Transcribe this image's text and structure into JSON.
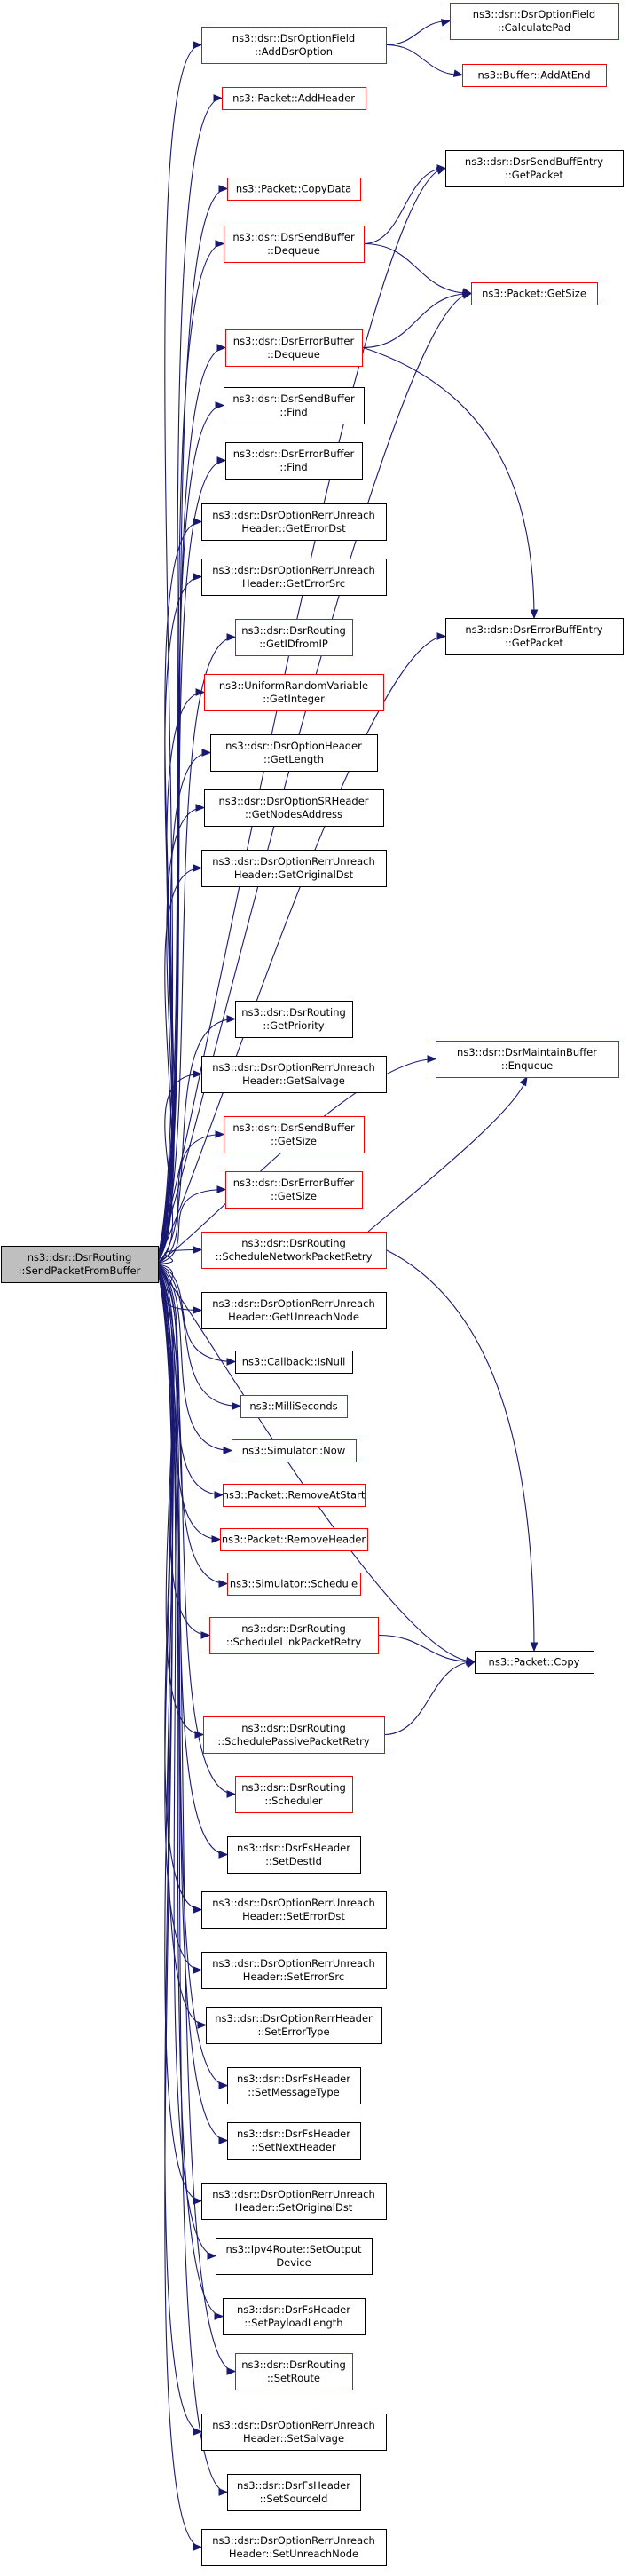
{
  "colors": {
    "edge": "#191970",
    "link_border": "#ff0000",
    "node_border": "#000000",
    "root_fill": "#bfbfbf",
    "node_fill": "#ffffff"
  },
  "root": {
    "id": "root",
    "lines": [
      "ns3::dsr::DsrRouting",
      "::SendPacketFromBuffer"
    ]
  },
  "nodes": [
    {
      "id": "n1",
      "lines": [
        "ns3::dsr::DsrOptionField",
        "::AddDsrOption"
      ],
      "red": true
    },
    {
      "id": "n2",
      "lines": [
        "ns3::Packet::AddHeader"
      ],
      "red": true
    },
    {
      "id": "n3",
      "lines": [
        "ns3::Packet::CopyData"
      ],
      "red": true
    },
    {
      "id": "n4",
      "lines": [
        "ns3::dsr::DsrSendBuffer",
        "::Dequeue"
      ],
      "red": true
    },
    {
      "id": "n5",
      "lines": [
        "ns3::dsr::DsrErrorBuffer",
        "::Dequeue"
      ],
      "red": true
    },
    {
      "id": "n6",
      "lines": [
        "ns3::dsr::DsrSendBuffer",
        "::Find"
      ],
      "red": false
    },
    {
      "id": "n7",
      "lines": [
        "ns3::dsr::DsrErrorBuffer",
        "::Find"
      ],
      "red": false
    },
    {
      "id": "n8",
      "lines": [
        "ns3::dsr::DsrOptionRerrUnreach",
        "Header::GetErrorDst"
      ],
      "red": false
    },
    {
      "id": "n9",
      "lines": [
        "ns3::dsr::DsrOptionRerrUnreach",
        "Header::GetErrorSrc"
      ],
      "red": false
    },
    {
      "id": "n10",
      "lines": [
        "ns3::dsr::DsrRouting",
        "::GetIDfromIP"
      ],
      "red": true
    },
    {
      "id": "n11",
      "lines": [
        "ns3::UniformRandomVariable",
        "::GetInteger"
      ],
      "red": true
    },
    {
      "id": "n12",
      "lines": [
        "ns3::dsr::DsrOptionHeader",
        "::GetLength"
      ],
      "red": false
    },
    {
      "id": "n13",
      "lines": [
        "ns3::dsr::DsrOptionSRHeader",
        "::GetNodesAddress"
      ],
      "red": false
    },
    {
      "id": "n14",
      "lines": [
        "ns3::dsr::DsrOptionRerrUnreach",
        "Header::GetOriginalDst"
      ],
      "red": false
    },
    {
      "id": "n15",
      "lines": [
        "ns3::dsr::DsrRouting",
        "::GetPriority"
      ],
      "red": false
    },
    {
      "id": "n16",
      "lines": [
        "ns3::dsr::DsrOptionRerrUnreach",
        "Header::GetSalvage"
      ],
      "red": false
    },
    {
      "id": "n17",
      "lines": [
        "ns3::dsr::DsrSendBuffer",
        "::GetSize"
      ],
      "red": true
    },
    {
      "id": "n18",
      "lines": [
        "ns3::dsr::DsrErrorBuffer",
        "::GetSize"
      ],
      "red": true
    },
    {
      "id": "n19",
      "lines": [
        "ns3::dsr::DsrRouting",
        "::ScheduleNetworkPacketRetry"
      ],
      "red": true
    },
    {
      "id": "n20",
      "lines": [
        "ns3::dsr::DsrOptionRerrUnreach",
        "Header::GetUnreachNode"
      ],
      "red": false
    },
    {
      "id": "n21",
      "lines": [
        "ns3::Callback::IsNull"
      ],
      "red": false
    },
    {
      "id": "n22",
      "lines": [
        "ns3::MilliSeconds"
      ],
      "red": true
    },
    {
      "id": "n23",
      "lines": [
        "ns3::Simulator::Now"
      ],
      "red": true
    },
    {
      "id": "n24",
      "lines": [
        "ns3::Packet::RemoveAtStart"
      ],
      "red": true
    },
    {
      "id": "n25",
      "lines": [
        "ns3::Packet::RemoveHeader"
      ],
      "red": true
    },
    {
      "id": "n26",
      "lines": [
        "ns3::Simulator::Schedule"
      ],
      "red": true
    },
    {
      "id": "n27",
      "lines": [
        "ns3::dsr::DsrRouting",
        "::ScheduleLinkPacketRetry"
      ],
      "red": true
    },
    {
      "id": "n28",
      "lines": [
        "ns3::dsr::DsrRouting",
        "::SchedulePassivePacketRetry"
      ],
      "red": true
    },
    {
      "id": "n29",
      "lines": [
        "ns3::dsr::DsrRouting",
        "::Scheduler"
      ],
      "red": true
    },
    {
      "id": "n30",
      "lines": [
        "ns3::dsr::DsrFsHeader",
        "::SetDestId"
      ],
      "red": false
    },
    {
      "id": "n31",
      "lines": [
        "ns3::dsr::DsrOptionRerrUnreach",
        "Header::SetErrorDst"
      ],
      "red": false
    },
    {
      "id": "n32",
      "lines": [
        "ns3::dsr::DsrOptionRerrUnreach",
        "Header::SetErrorSrc"
      ],
      "red": false
    },
    {
      "id": "n33",
      "lines": [
        "ns3::dsr::DsrOptionRerrHeader",
        "::SetErrorType"
      ],
      "red": false
    },
    {
      "id": "n34",
      "lines": [
        "ns3::dsr::DsrFsHeader",
        "::SetMessageType"
      ],
      "red": false
    },
    {
      "id": "n35",
      "lines": [
        "ns3::dsr::DsrFsHeader",
        "::SetNextHeader"
      ],
      "red": false
    },
    {
      "id": "n36",
      "lines": [
        "ns3::dsr::DsrOptionRerrUnreach",
        "Header::SetOriginalDst"
      ],
      "red": false
    },
    {
      "id": "n37",
      "lines": [
        "ns3::Ipv4Route::SetOutput",
        "Device"
      ],
      "red": false
    },
    {
      "id": "n38",
      "lines": [
        "ns3::dsr::DsrFsHeader",
        "::SetPayloadLength"
      ],
      "red": false
    },
    {
      "id": "n39",
      "lines": [
        "ns3::dsr::DsrRouting",
        "::SetRoute"
      ],
      "red": true
    },
    {
      "id": "n40",
      "lines": [
        "ns3::dsr::DsrOptionRerrUnreach",
        "Header::SetSalvage"
      ],
      "red": false
    },
    {
      "id": "n41",
      "lines": [
        "ns3::dsr::DsrFsHeader",
        "::SetSourceId"
      ],
      "red": false
    },
    {
      "id": "n42",
      "lines": [
        "ns3::dsr::DsrOptionRerrUnreach",
        "Header::SetUnreachNode"
      ],
      "red": false
    },
    {
      "id": "r1",
      "lines": [
        "ns3::dsr::DsrOptionField",
        "::CalculatePad"
      ],
      "red": true
    },
    {
      "id": "r2",
      "lines": [
        "ns3::Buffer::AddAtEnd"
      ],
      "red": true
    },
    {
      "id": "r3",
      "lines": [
        "ns3::dsr::DsrSendBuffEntry",
        "::GetPacket"
      ],
      "red": false
    },
    {
      "id": "r4",
      "lines": [
        "ns3::Packet::GetSize"
      ],
      "red": true
    },
    {
      "id": "r5",
      "lines": [
        "ns3::dsr::DsrErrorBuffEntry",
        "::GetPacket"
      ],
      "red": false
    },
    {
      "id": "r6",
      "lines": [
        "ns3::dsr::DsrMaintainBuffer",
        "::Enqueue"
      ],
      "red": true
    },
    {
      "id": "r7",
      "lines": [
        "ns3::Packet::Copy"
      ],
      "red": false
    }
  ],
  "edges": [
    {
      "from": "root",
      "to": "n1"
    },
    {
      "from": "root",
      "to": "n2"
    },
    {
      "from": "root",
      "to": "r3"
    },
    {
      "from": "root",
      "to": "n3"
    },
    {
      "from": "root",
      "to": "n4"
    },
    {
      "from": "root",
      "to": "r4"
    },
    {
      "from": "root",
      "to": "n5"
    },
    {
      "from": "root",
      "to": "n6"
    },
    {
      "from": "root",
      "to": "n7"
    },
    {
      "from": "root",
      "to": "n8"
    },
    {
      "from": "root",
      "to": "n9"
    },
    {
      "from": "root",
      "to": "n10"
    },
    {
      "from": "root",
      "to": "n11"
    },
    {
      "from": "root",
      "to": "n12"
    },
    {
      "from": "root",
      "to": "n13"
    },
    {
      "from": "root",
      "to": "n14"
    },
    {
      "from": "root",
      "to": "r5"
    },
    {
      "from": "root",
      "to": "r6"
    },
    {
      "from": "root",
      "to": "n15"
    },
    {
      "from": "root",
      "to": "n16"
    },
    {
      "from": "root",
      "to": "n17"
    },
    {
      "from": "root",
      "to": "n18"
    },
    {
      "from": "root",
      "to": "n19"
    },
    {
      "from": "root",
      "to": "n20"
    },
    {
      "from": "root",
      "to": "n21"
    },
    {
      "from": "root",
      "to": "n22"
    },
    {
      "from": "root",
      "to": "n23"
    },
    {
      "from": "root",
      "to": "n24"
    },
    {
      "from": "root",
      "to": "n25"
    },
    {
      "from": "root",
      "to": "n26"
    },
    {
      "from": "root",
      "to": "n27"
    },
    {
      "from": "root",
      "to": "r7"
    },
    {
      "from": "root",
      "to": "n28"
    },
    {
      "from": "root",
      "to": "n29"
    },
    {
      "from": "root",
      "to": "n30"
    },
    {
      "from": "root",
      "to": "n31"
    },
    {
      "from": "root",
      "to": "n32"
    },
    {
      "from": "root",
      "to": "n33"
    },
    {
      "from": "root",
      "to": "n34"
    },
    {
      "from": "root",
      "to": "n35"
    },
    {
      "from": "root",
      "to": "n36"
    },
    {
      "from": "root",
      "to": "n37"
    },
    {
      "from": "root",
      "to": "n38"
    },
    {
      "from": "root",
      "to": "n39"
    },
    {
      "from": "root",
      "to": "n40"
    },
    {
      "from": "root",
      "to": "n41"
    },
    {
      "from": "root",
      "to": "n42"
    },
    {
      "from": "n1",
      "to": "r1"
    },
    {
      "from": "n1",
      "to": "r2"
    },
    {
      "from": "n4",
      "to": "r3"
    },
    {
      "from": "n4",
      "to": "r4"
    },
    {
      "from": "n5",
      "to": "r4"
    },
    {
      "from": "n5",
      "to": "r5"
    },
    {
      "from": "n19",
      "to": "r6"
    },
    {
      "from": "n19",
      "to": "r7"
    },
    {
      "from": "n27",
      "to": "r7"
    },
    {
      "from": "n28",
      "to": "r7"
    }
  ]
}
